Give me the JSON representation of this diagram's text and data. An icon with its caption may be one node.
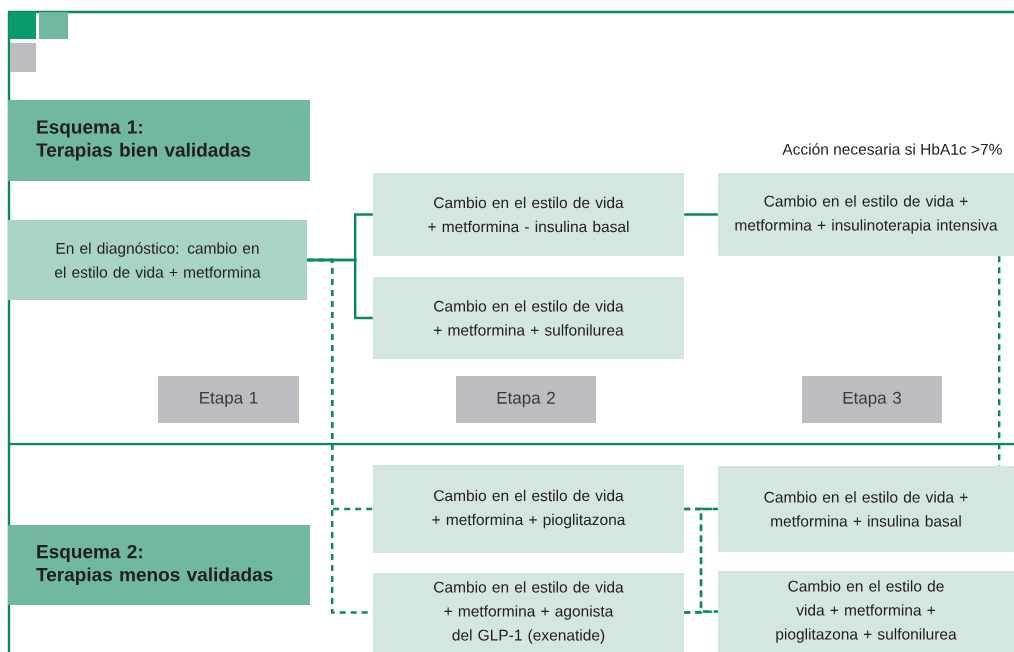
{
  "diagram": {
    "nodes": [
      {
        "text": [
          "Esquema 1:",
          "Terapias bien validadas"
        ]
      },
      {
        "text": [
          "En el diagnóstico: cambio en el estilo de vida + metformina"
        ]
      },
      {
        "text": [
          "Cambio en el estilo de vida + metformina - insulina basal"
        ]
      },
      {
        "text": [
          "Cambio en el estilo de vida + metformina + sulfonilurea"
        ]
      },
      {
        "text": [
          "Cambio en el estilo de vida + metformina + insulinoterapia intensiva"
        ]
      },
      {
        "text": [
          "Etapa 1"
        ]
      },
      {
        "text": [
          "Etapa 2"
        ]
      },
      {
        "text": [
          "Etapa 3"
        ]
      },
      {
        "text": [
          "Esquema 2:",
          "Terapias menos validadas"
        ]
      },
      {
        "text": [
          "Cambio en el estilo de vida + metformina + pioglitazona"
        ]
      },
      {
        "text": [
          "Cambio en el estilo de vida + metformina + agonista del GLP-1 (exenatide)"
        ]
      },
      {
        "text": [
          "Cambio en el estilo de vida + metformina + insulina basal"
        ]
      },
      {
        "text": [
          "Cambio en el estilo de vida + metformina + pioglitazona + sulfonilurea"
        ]
      }
    ],
    "edges": [
      {
        "from": 1,
        "to": 9,
        "arrow": "none",
        "style": "dashed"
      },
      {
        "from": 1,
        "to": 10,
        "arrow": "none",
        "style": "dashed"
      },
      {
        "from": 9,
        "to": 11,
        "arrow": "none",
        "style": "dashed"
      },
      {
        "from": 9,
        "to": 12,
        "arrow": "none",
        "style": "dashed"
      },
      {
        "from": 10,
        "to": 11,
        "arrow": "none",
        "style": "dashed"
      },
      {
        "from": 10,
        "to": 12,
        "arrow": "none",
        "style": "dashed"
      },
      {
        "from": 4,
        "to": 11,
        "arrow": "none",
        "style": "dashed"
      },
      {
        "from": 1,
        "to": 2,
        "arrow": "none"
      },
      {
        "from": 1,
        "to": 3,
        "arrow": "none"
      },
      {
        "from": 2,
        "to": 4,
        "arrow": "none"
      }
    ],
    "labels": [
      "Acción necesaria si HbA1c >7%"
    ]
  }
}
